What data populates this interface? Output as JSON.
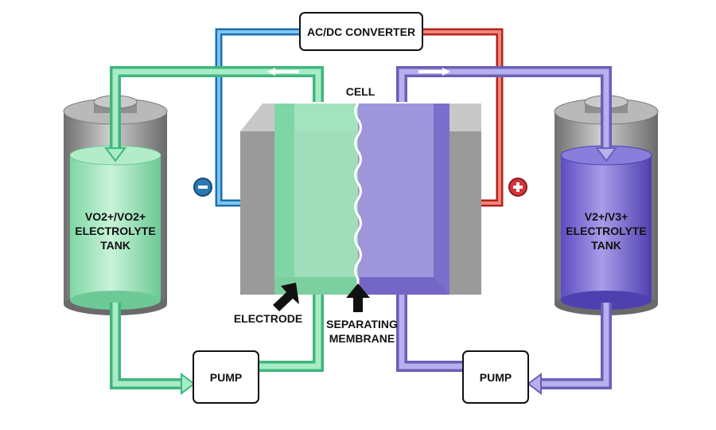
{
  "converter": {
    "label": "AC/DC CONVERTER"
  },
  "cell": {
    "label": "CELL"
  },
  "left_tank": {
    "lines": [
      "VO2+/VO2+",
      "ELECTROLYTE",
      "TANK"
    ]
  },
  "right_tank": {
    "lines": [
      "V2+/V3+",
      "ELECTROLYTE",
      "TANK"
    ]
  },
  "left_pump": {
    "label": "PUMP"
  },
  "right_pump": {
    "label": "PUMP"
  },
  "electrode": {
    "label": "ELECTRODE"
  },
  "membrane": {
    "lines": [
      "SEPARATING",
      "MEMBRANE"
    ]
  },
  "terminals": {
    "negative": "−",
    "positive": "+"
  },
  "colors": {
    "green_fluid": "#8de0b0",
    "green_pipe": "#5fcf98",
    "purple_fluid": "#8e7fd8",
    "purple_pipe": "#8a80cc",
    "negative_wire": "#3a9ad8",
    "positive_wire": "#e0463a",
    "tank_gray": "#8e8e8e",
    "terminal_negative": "#2a78b0",
    "terminal_positive": "#d8323a"
  }
}
